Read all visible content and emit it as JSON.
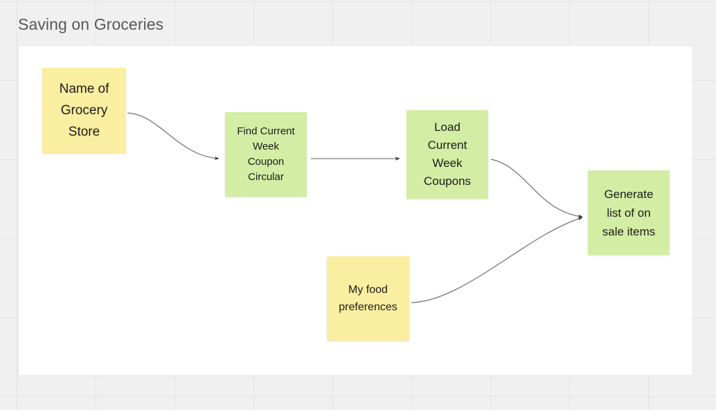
{
  "board": {
    "title": "Saving on Groceries",
    "title_color": "#585858",
    "background_color": "#f0f0f0",
    "grid_line_color": "#e2e2e2",
    "canvas_color": "#ffffff",
    "canvas_border_color": "#e4e4e4"
  },
  "palette": {
    "sticky_yellow": "#faeea0",
    "sticky_green": "#d3eda4",
    "connector_gray": "#6f7072",
    "connector_light_gray": "#b3b3b3",
    "note_text": "#1b1b1b"
  },
  "notes": [
    {
      "id": "note-0",
      "text": "Name of\nGrocery\nStore",
      "color": "yellow"
    },
    {
      "id": "note-1",
      "text": "Find Current\nWeek\nCoupon\nCircular",
      "color": "green"
    },
    {
      "id": "note-2",
      "text": "Load\nCurrent\nWeek\nCoupons",
      "color": "green"
    },
    {
      "id": "note-3",
      "text": "Generate\nlist of on\nsale items",
      "color": "green"
    },
    {
      "id": "note-4",
      "text": "My food\npreferences",
      "color": "yellow"
    }
  ],
  "connectors": [
    {
      "id": "edge-0",
      "from": "note-0",
      "to": "note-1",
      "style": "curve"
    },
    {
      "id": "edge-1",
      "from": "note-1",
      "to": "note-2",
      "style": "straight"
    },
    {
      "id": "edge-2",
      "from": "note-2",
      "to": "note-3",
      "style": "curve"
    },
    {
      "id": "edge-3",
      "from": "note-4",
      "to": "note-3",
      "style": "curve"
    }
  ]
}
